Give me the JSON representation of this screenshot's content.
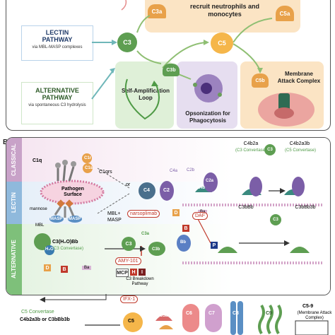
{
  "panel_a": {
    "recruit_text": "recruit neutrophils and monocytes",
    "c3a": "C3a",
    "c5a": "C5a",
    "lectin_title": "LECTIN PATHWAY",
    "lectin_sub": "via MBL-MASP complexes",
    "alt_title": "ALTERNATIVE PATHWAY",
    "alt_sub": "via spontaneous C3 hydrolysis",
    "c3": "C3",
    "c5": "C5",
    "c3b": "C3b",
    "c5b": "C5b",
    "self_amp": "Self-Amplification Loop",
    "opsonization": "Opsonization for Phagocytosis",
    "mac": "Membrane Attack Complex"
  },
  "panel_b": {
    "label": "B",
    "bands": [
      "CLASSICAL",
      "LECTIN",
      "ALTERNATIVE"
    ],
    "c1q": "C1q",
    "c1r": "C1r",
    "c1s": "C1s",
    "c1qrs": "C1qrs",
    "or": "or",
    "pathogen": "Pathogen Surface",
    "mannose": "mannose",
    "mbl": "MBL",
    "masp": "MASP",
    "mbl_masp": "MBL+ MASP",
    "narsoplimab": "narsoplimab",
    "c4": "C4",
    "c2": "C2",
    "c4a": "C4a",
    "c2b": "C2b",
    "c4b": "C4b",
    "c2a": "C2a",
    "c4b2a_title": "C4b2a",
    "c3_convertase": "(C3 Convertase)",
    "c4b2a3b_title": "C4b2a3b",
    "c5_convertase": "(C5 Convertase)",
    "c3": "C3",
    "c3a": "C3a",
    "c3b": "C3b",
    "bb": "Bb",
    "ba": "Ba",
    "d": "D",
    "b": "B",
    "h2o": "H₂O",
    "c3h2obb": "C3(H₂O)Bb",
    "c3h2obb_sub": "(C3 Convertase)",
    "amy101": "AMY-101",
    "mcp": "MCP",
    "h": "H",
    "i": "I",
    "breakdown": "C3 Breakdown Pathway",
    "daf": "DAF",
    "p": "P",
    "c3bbb_title": "C3bBb",
    "c3bbb3b_title": "C3bBb3b",
    "c5_convertase_lbl": "C5 Convertase",
    "c4b2a3b_or": "C4b2a3b  or  C3bBb3b",
    "ifx1": "IFX-1",
    "c5": "C5",
    "c5a": "C5a",
    "c6": "C6",
    "c7": "C7",
    "c8": "C8",
    "c9": "C9",
    "c5_9": "C5-9",
    "mac_sub": "(Membrane Attack Complex)"
  },
  "colors": {
    "green": "#5e9e52",
    "orange": "#e8a14a",
    "purple": "#7b5ea7",
    "teal": "#3a8a7f",
    "red": "#c0392b",
    "classical_band": "#c8a2c8",
    "lectin_band": "#8fb9dc",
    "alt_band": "#7ec07a"
  }
}
